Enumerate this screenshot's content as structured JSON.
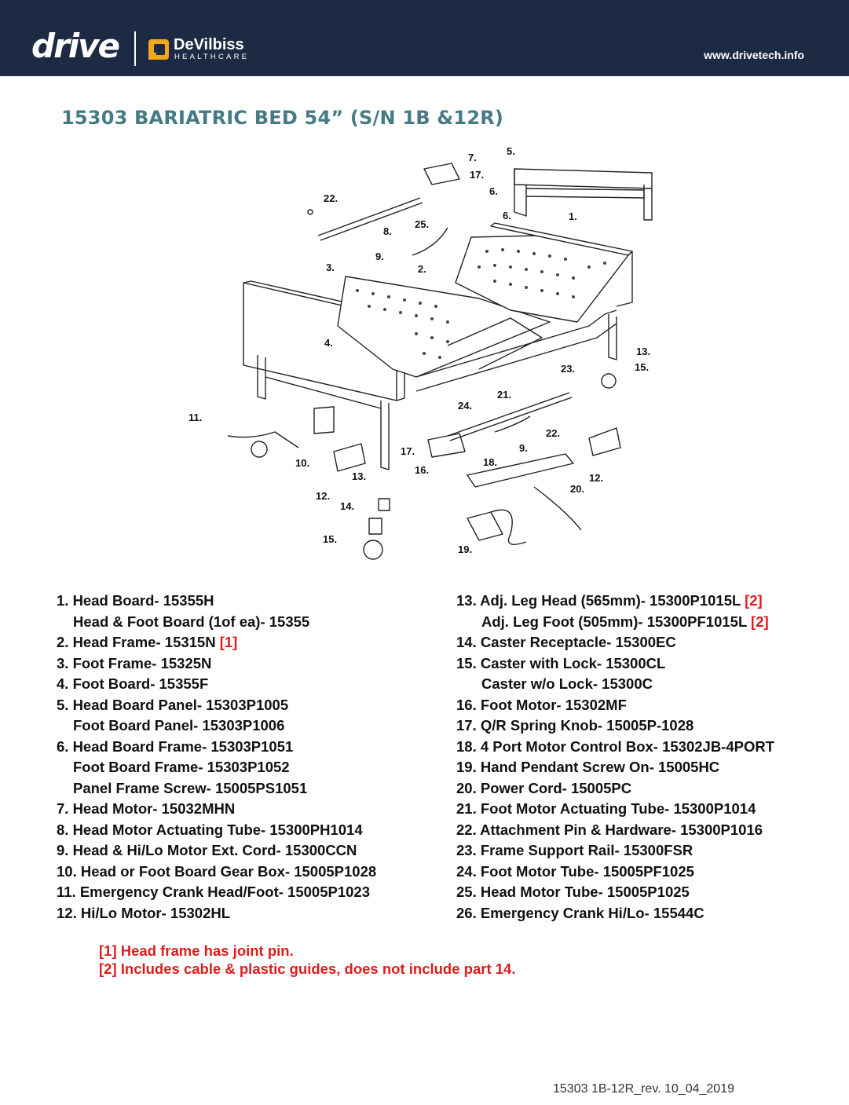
{
  "header": {
    "logo_drive": "drive",
    "logo_devilbiss": "DeVilbiss",
    "logo_healthcare": "HEALTHCARE",
    "website": "www.drivetech.info",
    "background_color": "#1c2a43"
  },
  "title": "15303 BARIATRIC BED 54” (S/N 1B &12R)",
  "diagram_labels": {
    "l1": "1.",
    "l2": "2.",
    "l3": "3.",
    "l4": "4.",
    "l5": "5.",
    "l6a": "6.",
    "l6b": "6.",
    "l7": "7.",
    "l8": "8.",
    "l9a": "9.",
    "l9b": "9.",
    "l10": "10.",
    "l11": "11.",
    "l12a": "12.",
    "l12b": "12.",
    "l13a": "13.",
    "l13b": "13.",
    "l14": "14.",
    "l15a": "15.",
    "l15b": "15.",
    "l16": "16.",
    "l17a": "17.",
    "l17b": "17.",
    "l18": "18.",
    "l19": "19.",
    "l20": "20.",
    "l21": "21.",
    "l22a": "22.",
    "l22b": "22.",
    "l23": "23.",
    "l24": "24.",
    "l25": "25."
  },
  "parts_left": [
    {
      "text": "1. Head Board- 15355H",
      "ref": ""
    },
    {
      "text": "Head & Foot Board (1of ea)- 15355",
      "ref": ""
    },
    {
      "text": "2. Head Frame- 15315N",
      "ref": "[1]"
    },
    {
      "text": "3. Foot Frame- 15325N",
      "ref": ""
    },
    {
      "text": "4. Foot Board- 15355F",
      "ref": ""
    },
    {
      "text": "5. Head Board Panel- 15303P1005",
      "ref": ""
    },
    {
      "text": "Foot Board Panel- 15303P1006",
      "ref": ""
    },
    {
      "text": "6. Head Board Frame- 15303P1051",
      "ref": ""
    },
    {
      "text": "Foot Board Frame- 15303P1052",
      "ref": ""
    },
    {
      "text": "Panel Frame Screw- 15005PS1051",
      "ref": ""
    },
    {
      "text": "7. Head Motor- 15032MHN",
      "ref": ""
    },
    {
      "text": "8. Head Motor Actuating Tube- 15300PH1014",
      "ref": ""
    },
    {
      "text": "9. Head & Hi/Lo Motor Ext. Cord- 15300CCN",
      "ref": ""
    },
    {
      "text": "10. Head or Foot Board Gear Box- 15005P1028",
      "ref": ""
    },
    {
      "text": "11. Emergency Crank Head/Foot- 15005P1023",
      "ref": ""
    },
    {
      "text": "12. Hi/Lo Motor- 15302HL",
      "ref": ""
    }
  ],
  "parts_right": [
    {
      "text": "13. Adj. Leg Head (565mm)- 15300P1015L",
      "ref": "[2]"
    },
    {
      "text": "Adj. Leg Foot (505mm)- 15300PF1015L",
      "ref": "[2]"
    },
    {
      "text": "14. Caster Receptacle- 15300EC",
      "ref": ""
    },
    {
      "text": "15. Caster with Lock- 15300CL",
      "ref": ""
    },
    {
      "text": "Caster w/o Lock- 15300C",
      "ref": ""
    },
    {
      "text": "16. Foot Motor- 15302MF",
      "ref": ""
    },
    {
      "text": "17. Q/R Spring Knob- 15005P-1028",
      "ref": ""
    },
    {
      "text": "18. 4 Port Motor Control Box- 15302JB-4PORT",
      "ref": ""
    },
    {
      "text": "19. Hand Pendant Screw On- 15005HC",
      "ref": ""
    },
    {
      "text": "20. Power Cord- 15005PC",
      "ref": ""
    },
    {
      "text": "21. Foot Motor Actuating Tube- 15300P1014",
      "ref": ""
    },
    {
      "text": "22. Attachment Pin & Hardware- 15300P1016",
      "ref": ""
    },
    {
      "text": "23. Frame Support Rail- 15300FSR",
      "ref": ""
    },
    {
      "text": "24. Foot Motor Tube- 15005PF1025",
      "ref": ""
    },
    {
      "text": "25. Head Motor Tube- 15005P1025",
      "ref": ""
    },
    {
      "text": "26. Emergency Crank Hi/Lo- 15544C",
      "ref": ""
    }
  ],
  "notes": [
    "[1] Head frame has joint pin.",
    "[2] Includes cable & plastic guides, does not include part 14."
  ],
  "revision": "15303 1B-12R_rev. 10_04_2019",
  "colors": {
    "title": "#467a85",
    "reference_red": "#e01b1b"
  }
}
